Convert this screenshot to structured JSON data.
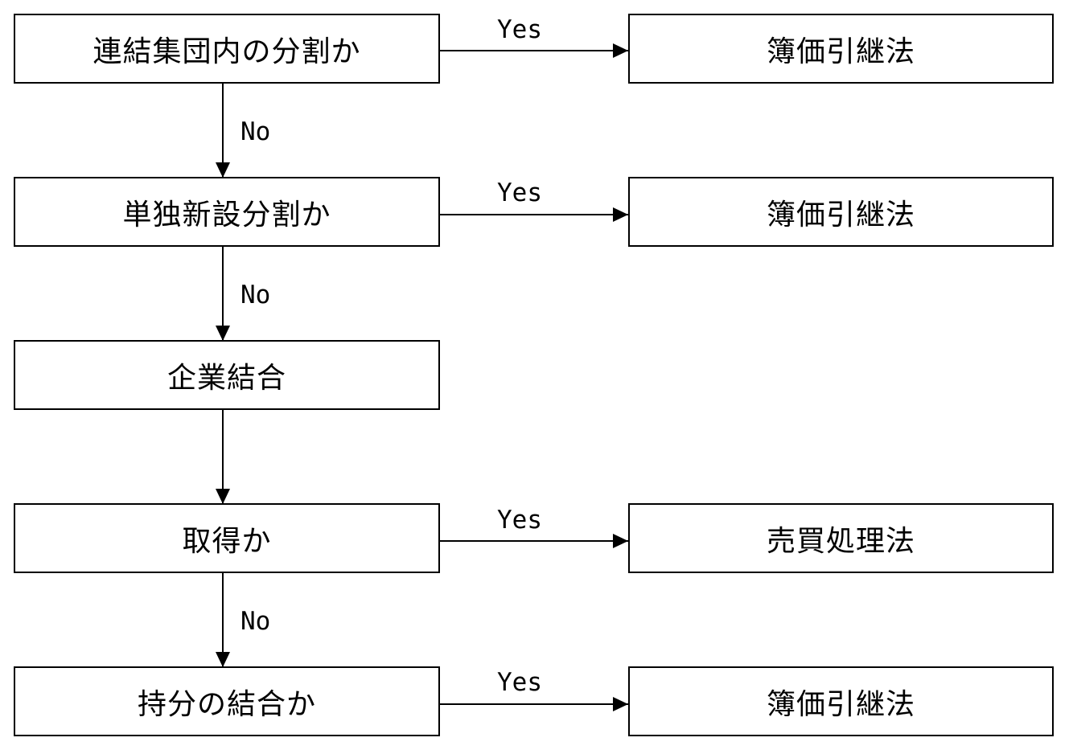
{
  "diagram": {
    "decision_1": "連結集団内の分割か",
    "result_1": "簿価引継法",
    "decision_2": "単独新設分割か",
    "result_2": "簿価引継法",
    "step_3": "企業結合",
    "decision_4": "取得か",
    "result_4": "売買処理法",
    "decision_5": "持分の結合か",
    "result_5": "簿価引継法",
    "yes_label": "Yes",
    "no_label": "No"
  }
}
